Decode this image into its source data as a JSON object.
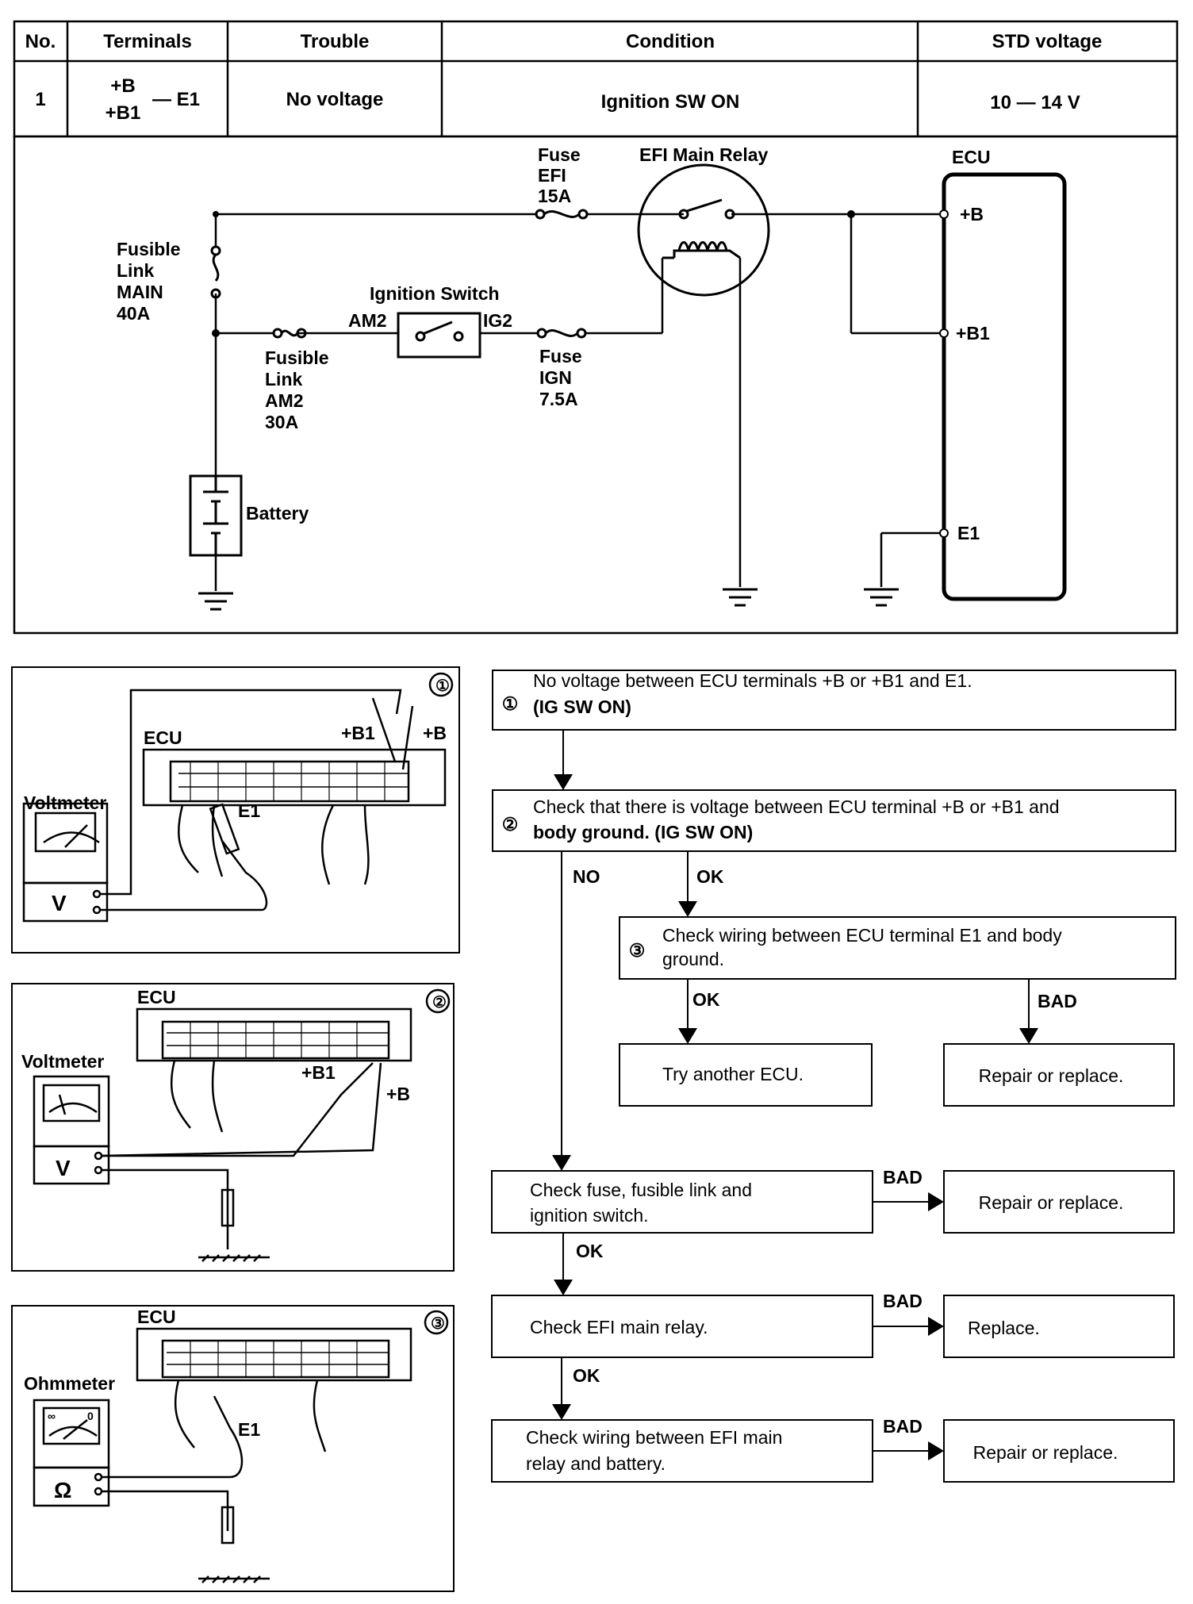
{
  "table": {
    "headers": [
      "No.",
      "Terminals",
      "Trouble",
      "Condition",
      "STD voltage"
    ],
    "row": {
      "no": "1",
      "terminal_b": "+B",
      "terminal_b1": "+B1",
      "terminal_e1": "— E1",
      "trouble": "No voltage",
      "condition": "Ignition SW ON",
      "std_voltage": "10 — 14 V"
    }
  },
  "circuit": {
    "fuse_efi": [
      "Fuse",
      "EFI",
      "15A"
    ],
    "relay_label": "EFI Main Relay",
    "ecu_label": "ECU",
    "fusible_main": [
      "Fusible",
      "Link",
      "MAIN",
      "40A"
    ],
    "ignition_switch": "Ignition Switch",
    "am2": "AM2",
    "ig2": "IG2",
    "fusible_am2": [
      "Fusible",
      "Link",
      "AM2",
      "30A"
    ],
    "fuse_ign": [
      "Fuse",
      "IGN",
      "7.5A"
    ],
    "battery": "Battery",
    "pin_b": "+B",
    "pin_b1": "+B1",
    "pin_e1": "E1"
  },
  "panels": [
    {
      "num": "①",
      "ecu": "ECU",
      "meter": "Voltmeter",
      "meter_sym": "V",
      "probe_a": "+B1",
      "probe_b": "+B",
      "probe_c": "E1"
    },
    {
      "num": "②",
      "ecu": "ECU",
      "meter": "Voltmeter",
      "meter_sym": "V",
      "probe_a": "+B1",
      "probe_b": "+B"
    },
    {
      "num": "③",
      "ecu": "ECU",
      "meter": "Ohmmeter",
      "meter_sym": "Ω",
      "probe_c": "E1",
      "scale_left": "∞",
      "scale_right": "0"
    }
  ],
  "flow": {
    "step1": {
      "num": "①",
      "line1": "No voltage between ECU terminals +B or +B1 and E1.",
      "line2": "(IG SW ON)"
    },
    "step2": {
      "num": "②",
      "line1": "Check that there is voltage between ECU terminal +B or +B1 and",
      "line2": "body ground. (IG SW ON)"
    },
    "step3": {
      "num": "③",
      "line1": "Check wiring between ECU terminal E1 and body",
      "line2": "ground."
    },
    "try_ecu": "Try another ECU.",
    "repair1": "Repair or replace.",
    "check_fuse": [
      "Check fuse, fusible link and",
      "ignition switch."
    ],
    "repair2": "Repair or replace.",
    "check_relay": "Check EFI main relay.",
    "replace": "Replace.",
    "check_wiring": [
      "Check wiring between EFI main",
      "relay and battery."
    ],
    "repair3": "Repair or replace.",
    "no": "NO",
    "ok": "OK",
    "bad": "BAD"
  }
}
